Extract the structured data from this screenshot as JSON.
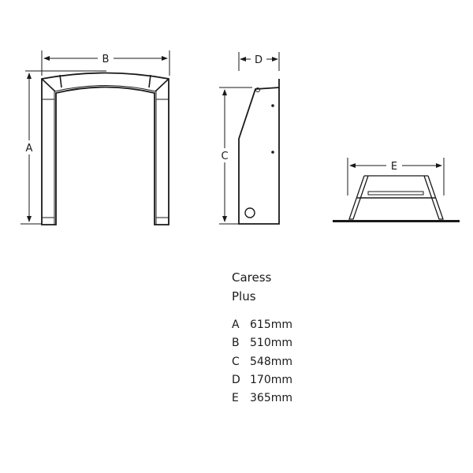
{
  "labels": {
    "a": "A",
    "b": "B",
    "c": "C",
    "d": "D",
    "e": "E"
  },
  "product": {
    "name_line1": "Caress",
    "name_line2": "Plus"
  },
  "dimensions": [
    {
      "key": "A",
      "value": "615mm"
    },
    {
      "key": "B",
      "value": "510mm"
    },
    {
      "key": "C",
      "value": "548mm"
    },
    {
      "key": "D",
      "value": "170mm"
    },
    {
      "key": "E",
      "value": "365mm"
    }
  ]
}
